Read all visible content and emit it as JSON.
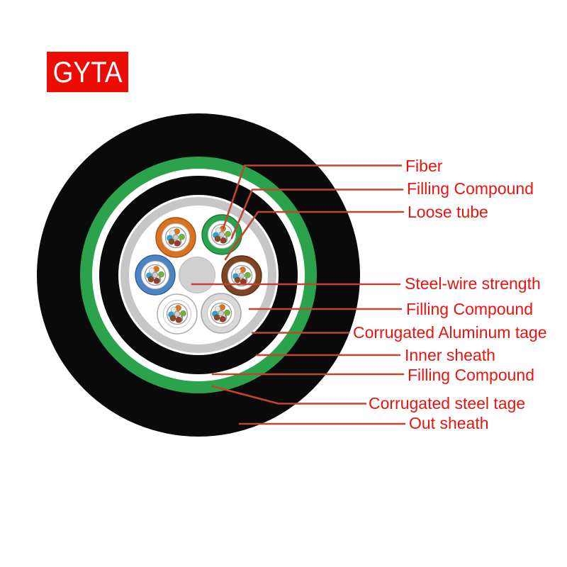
{
  "title": {
    "text": "GYTA"
  },
  "colors": {
    "badge_bg": "#ee0b04",
    "badge_fg": "#ffffff",
    "label_red": "#e8140e",
    "leader_line": "#c2452e",
    "sheath_black": "#0a0a0a",
    "steel_tape_green": "#2ba24c",
    "filling_white": "#ffffff",
    "aluminum_tape_gray": "#c6c6c6",
    "strength_member_gray": "#d0d0d0",
    "tube_orange": "#d9731f",
    "tube_green": "#2aa34d",
    "tube_blue": "#4d85c4",
    "tube_brown": "#7d4523",
    "tube_white": "#ffffff",
    "tube_lightgray": "#d9d9d9"
  },
  "labels": [
    {
      "text": "Fiber"
    },
    {
      "text": "Filling Compound"
    },
    {
      "text": "Loose tube"
    },
    {
      "text": "Steel-wire strength"
    },
    {
      "text": "Filling Compound"
    },
    {
      "text": "Corrugated Aluminum tage"
    },
    {
      "text": "Inner sheath"
    },
    {
      "text": "Filling Compound"
    },
    {
      "text": "Corrugated steel tage"
    },
    {
      "text": "Out sheath"
    }
  ],
  "diagram": {
    "subject": "GYTA fiber optic cable cross-section",
    "layers_outside_in": [
      "Out sheath",
      "Corrugated steel tage",
      "Filling Compound",
      "Inner sheath",
      "Corrugated Aluminum tage",
      "Filling Compound",
      "Loose tube",
      "Filling Compound",
      "Fiber"
    ],
    "center_element": "Steel-wire strength",
    "loose_tube_count": 6,
    "loose_tube_colors": [
      "orange",
      "green",
      "blue",
      "brown",
      "white",
      "light-gray"
    ]
  }
}
